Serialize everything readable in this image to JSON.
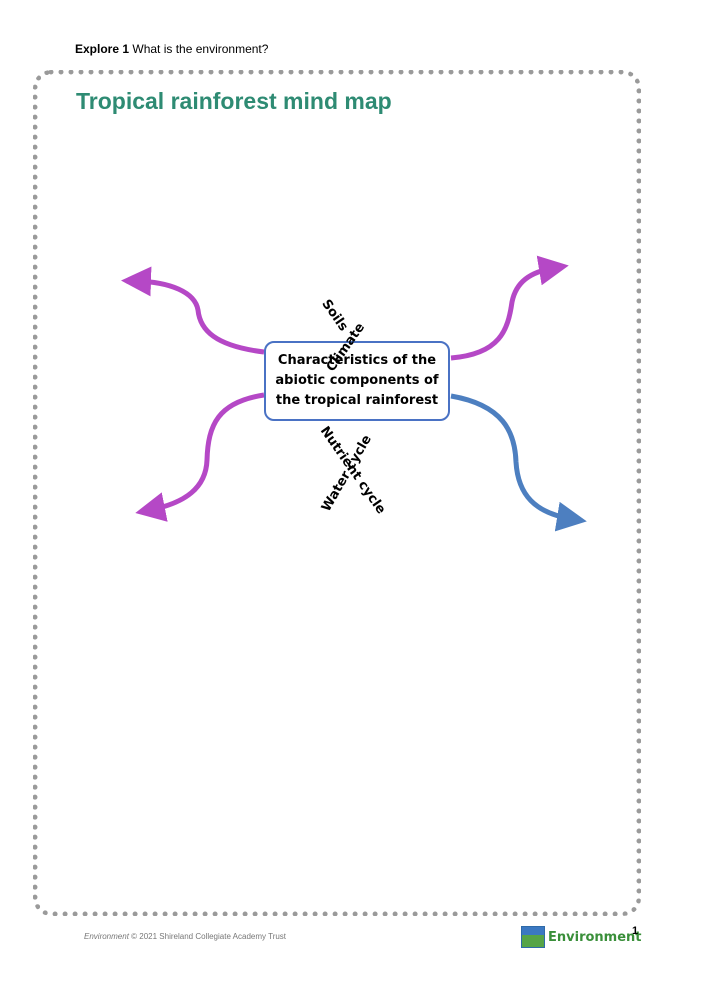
{
  "header": {
    "explore_bold": "Explore 1",
    "explore_rest": "What is the environment?"
  },
  "page_title": "Tropical rainforest mind map",
  "center_node": {
    "text": "Characteristics of the abiotic components of the tropical rainforest"
  },
  "branch_labels": {
    "soils": "Soils",
    "climate": "Climate",
    "nutrient_cycle": "Nutrient cycle",
    "water_cycle": "Water cycle"
  },
  "colors": {
    "purple_arrow": "#b548c6",
    "blue_arrow": "#4d7fc0",
    "title": "#2e8b73",
    "box_border": "#4a72c4"
  },
  "footer": {
    "book": "Environment",
    "rest": "© 2021 Shireland Collegiate Academy Trust"
  },
  "logo": {
    "text": "Environment"
  },
  "page_number": "1"
}
